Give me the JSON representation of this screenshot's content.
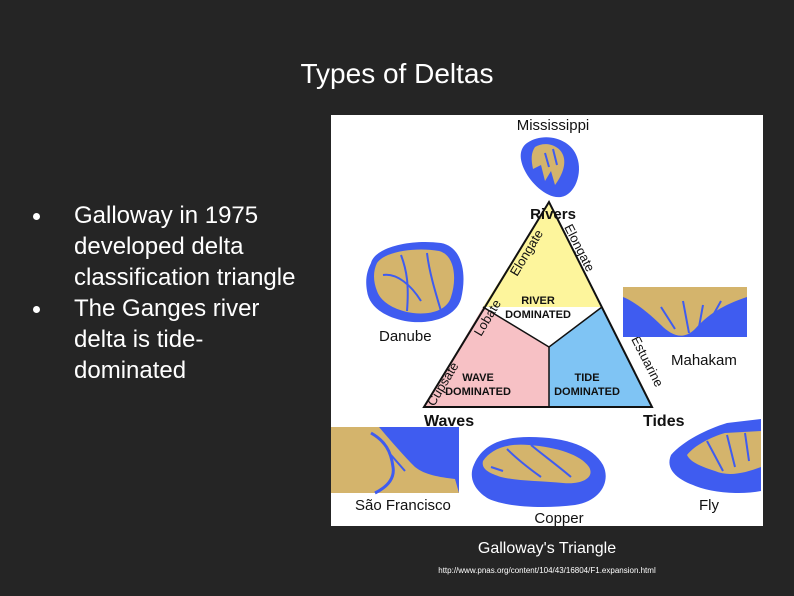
{
  "slide": {
    "title": "Types of Deltas",
    "bullets": [
      "Galloway in 1975 developed delta classification triangle",
      "The Ganges river delta is tide-dominated"
    ]
  },
  "figure": {
    "deltas": {
      "top": "Mississippi",
      "left": "Danube",
      "right": "Mahakam",
      "bottom_left": "São Francisco",
      "bottom_center": "Copper",
      "bottom_right": "Fly"
    },
    "vertices": {
      "top": "Rivers",
      "left": "Waves",
      "right": "Tides"
    },
    "edges": {
      "left_upper": "Elongate",
      "left_lower": "Lobate",
      "left_bottom": "Cupsate",
      "right_upper": "Elongate",
      "right_lower": "Estuarine"
    },
    "regions": {
      "river": [
        "RIVER",
        "DOMINATED"
      ],
      "wave": [
        "WAVE",
        "DOMINATED"
      ],
      "tide": [
        "TIDE",
        "DOMINATED"
      ]
    },
    "colors": {
      "water": "#3f5cf0",
      "land": "#d4b46c",
      "river_region": "#fdf59c",
      "wave_region": "#f7c1c5",
      "tide_region": "#7fc4f4"
    }
  },
  "caption": "Galloway's Triangle",
  "source_url": "http://www.pnas.org/content/104/43/16804/F1.expansion.html"
}
